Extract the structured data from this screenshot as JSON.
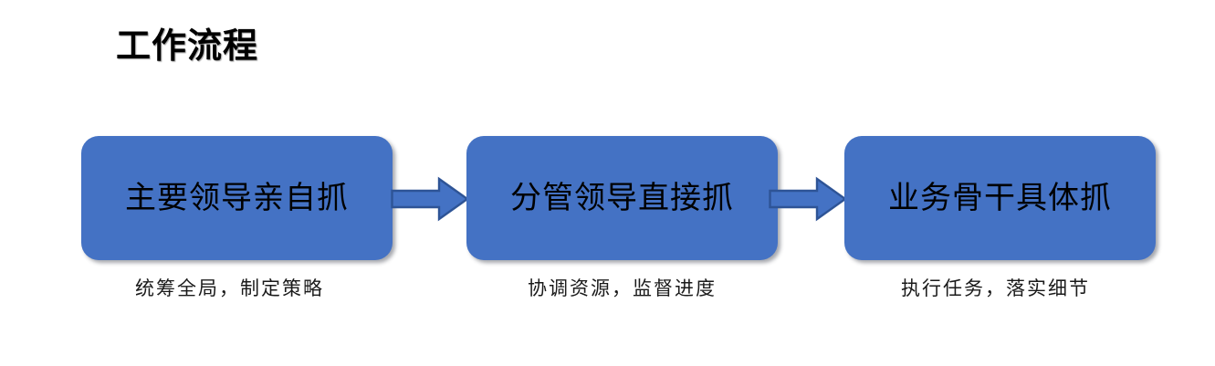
{
  "title": "工作流程",
  "colors": {
    "box_fill": "#4472C4",
    "arrow_fill": "#4472C4",
    "arrow_stroke": "#2E5496",
    "title_text": "#000000",
    "box_text": "#000000",
    "caption_text": "#1A1A1A",
    "background": "#FFFFFF"
  },
  "stages": [
    {
      "label": "主要领导亲自抓",
      "caption": "统筹全局，制定策略"
    },
    {
      "label": "分管领导直接抓",
      "caption": "协调资源，监督进度"
    },
    {
      "label": "业务骨干具体抓",
      "caption": "执行任务，落实细节"
    }
  ],
  "connectors": [
    {
      "icon": "arrow-right-icon",
      "from": "主要领导亲自抓",
      "to": "分管领导直接抓"
    },
    {
      "icon": "arrow-right-icon",
      "from": "分管领导直接抓",
      "to": "业务骨干具体抓"
    }
  ]
}
